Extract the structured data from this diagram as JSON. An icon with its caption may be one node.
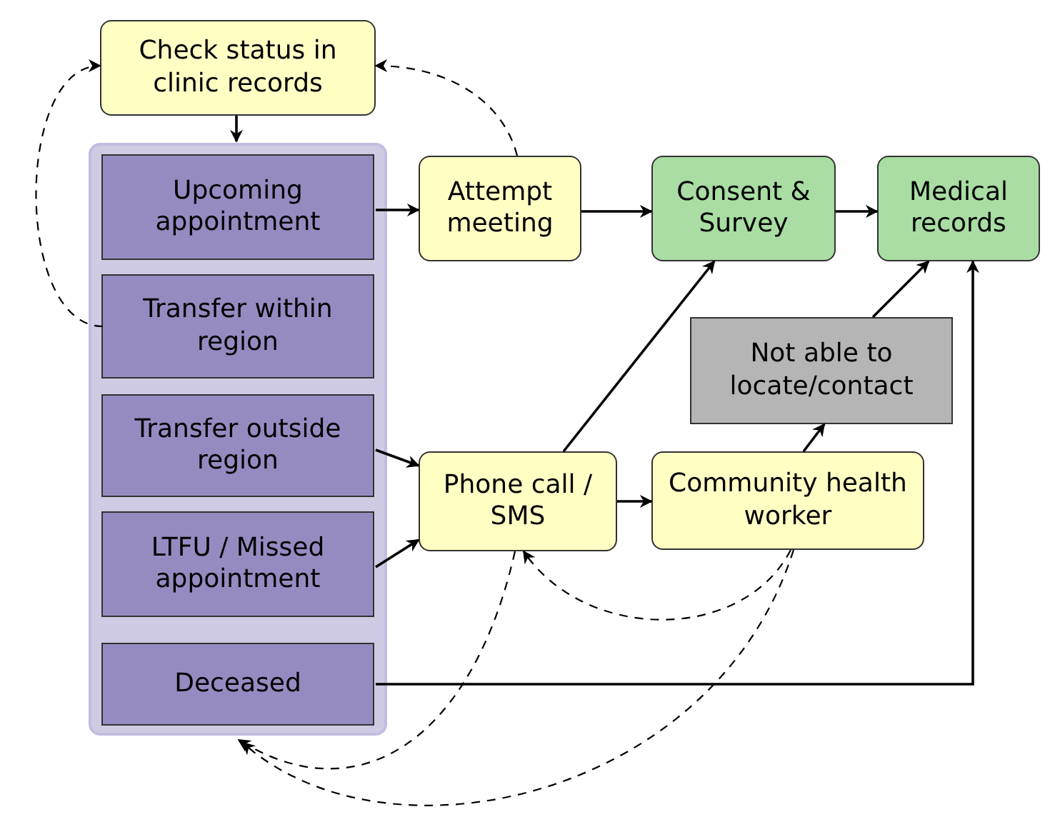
{
  "diagram": {
    "nodes": [
      {
        "text": [
          "Check status in clinic records"
        ]
      },
      {
        "text": [],
        "shape": "box"
      },
      {
        "text": [
          "Upcoming appointment"
        ],
        "in": 1
      },
      {
        "text": [
          "Transfer within region"
        ],
        "in": 1
      },
      {
        "text": [
          "Transfer outside region"
        ],
        "in": 1
      },
      {
        "text": [
          "LTFU / Missed appointment"
        ],
        "in": 1
      },
      {
        "text": [
          "Deceased"
        ],
        "in": 1
      },
      {
        "text": [
          "Attempt meeting"
        ]
      },
      {
        "text": [
          "Consent & Survey"
        ]
      },
      {
        "text": [
          "Medical records"
        ]
      },
      {
        "text": [
          "Not able to locate/contact"
        ]
      },
      {
        "text": [
          "Phone call / SMS"
        ]
      },
      {
        "text": [
          "Community health worker"
        ]
      }
    ],
    "edges": [
      {
        "from": 0,
        "to": 1,
        "arrow": "to"
      },
      {
        "from": 2,
        "to": 7,
        "arrow": "to"
      },
      {
        "from": 7,
        "to": 8,
        "arrow": "to"
      },
      {
        "from": 8,
        "to": 9,
        "arrow": "to"
      },
      {
        "from": 3,
        "to": 0,
        "arrow": "to",
        "style": "dashed"
      },
      {
        "from": 7,
        "to": 0,
        "arrow": "to",
        "style": "dashed"
      },
      {
        "from": 4,
        "to": 11,
        "arrow": "to"
      },
      {
        "from": 5,
        "to": 11,
        "arrow": "to"
      },
      {
        "from": 11,
        "to": 12,
        "arrow": "to"
      },
      {
        "from": 11,
        "to": 8,
        "arrow": "to"
      },
      {
        "from": 12,
        "to": 10,
        "arrow": "to"
      },
      {
        "from": 10,
        "to": 9,
        "arrow": "to"
      },
      {
        "from": 6,
        "to": 9,
        "arrow": "to"
      },
      {
        "from": 12,
        "to": 11,
        "arrow": "to",
        "style": "dashed"
      },
      {
        "from": 11,
        "to": 1,
        "arrow": "to",
        "style": "dashed"
      },
      {
        "from": 12,
        "to": 1,
        "arrow": "to",
        "style": "dashed"
      }
    ]
  }
}
